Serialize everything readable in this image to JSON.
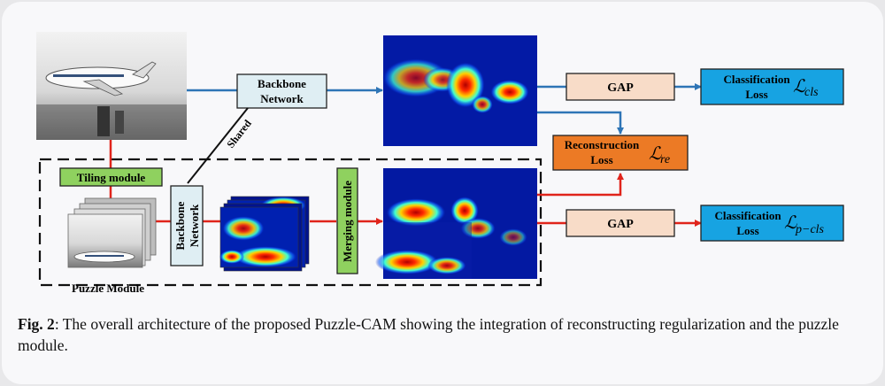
{
  "nodes": {
    "backbone_top": [
      "Backbone",
      "Network"
    ],
    "backbone_bottom": [
      "Backbone",
      "Network"
    ],
    "gap_top": "GAP",
    "gap_bottom": "GAP",
    "cls_top": [
      "Classification",
      "Loss"
    ],
    "cls_top_symbol": "ℒ",
    "cls_top_sub": "cls",
    "cls_bottom": [
      "Classification",
      "Loss"
    ],
    "cls_bottom_symbol": "ℒ",
    "cls_bottom_sub": "p−cls",
    "recon": [
      "Reconstruction",
      "Loss"
    ],
    "recon_symbol": "ℒ",
    "recon_sub": "re",
    "tiling": "Tiling module",
    "merging": "Merging module",
    "shared": "Shared",
    "puzzle": "Puzzle Module"
  },
  "caption": {
    "label": "Fig. 2",
    "text": ": The overall architecture of the proposed Puzzle-CAM showing the integration of reconstructing regularization and the puzzle module."
  },
  "colors": {
    "blue_arrow": "#2e75b6",
    "red_arrow": "#e0241b",
    "light_blue_box": "#dfeef3",
    "gap_box": "#f8dcc8",
    "loss_box": "#17a3e2",
    "recon_box": "#ec7a25",
    "green_box": "#8fd15f"
  }
}
